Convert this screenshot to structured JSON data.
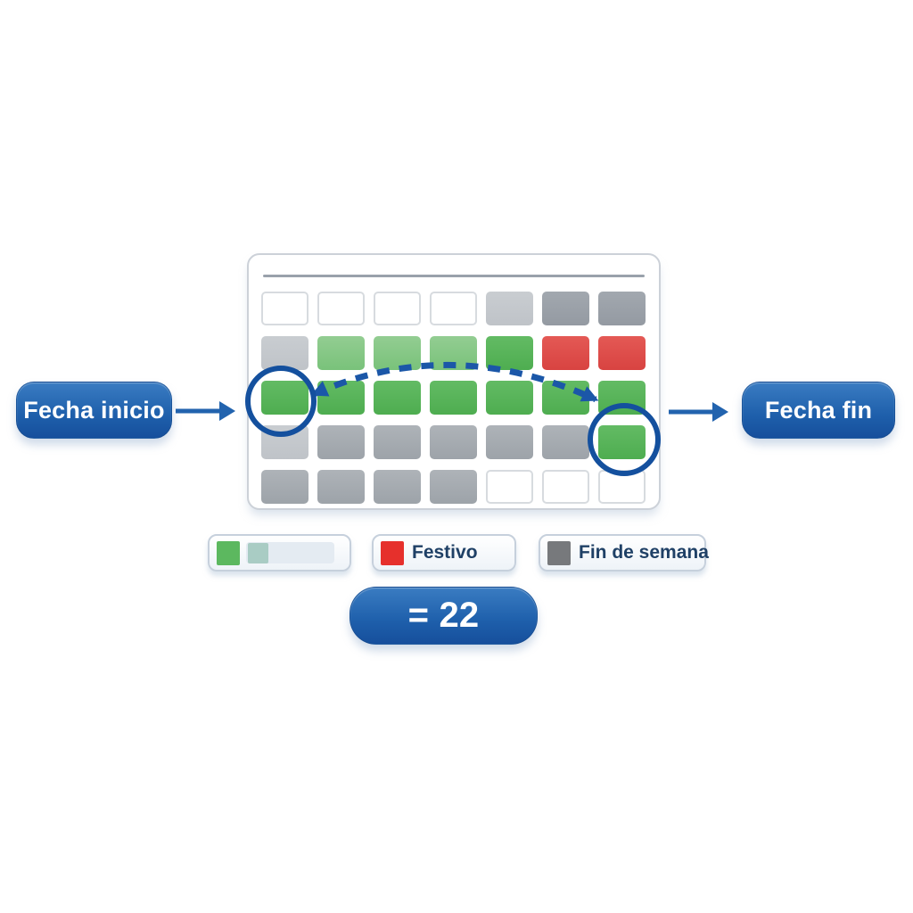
{
  "start_label": {
    "text": "Fecha inicio"
  },
  "end_label": {
    "text": "Fecha fin"
  },
  "result_label": {
    "text": "= 22"
  },
  "calendar": {
    "columns": 7,
    "rows": [
      [
        "white",
        "white",
        "white",
        "white",
        "gray-light",
        "gray-dark",
        "gray-dark"
      ],
      [
        "gray-light",
        "green-light",
        "green-light",
        "green-light",
        "green",
        "red",
        "red"
      ],
      [
        "green",
        "green",
        "green",
        "green",
        "green",
        "green",
        "green"
      ],
      [
        "gray-light",
        "gray",
        "gray",
        "gray",
        "gray",
        "gray",
        "green"
      ],
      [
        "gray",
        "gray",
        "gray",
        "gray",
        "white",
        "white",
        "white"
      ]
    ],
    "start_cell": {
      "row": 3,
      "col": 1
    },
    "end_cell": {
      "row": 4,
      "col": 7
    }
  },
  "legend": {
    "items": [
      {
        "name": "rango",
        "label": "",
        "swatches": [
          "#5cb85f",
          "#a9ccc4"
        ]
      },
      {
        "name": "festivo",
        "label": "Festivo",
        "swatches": [
          "#e6302c"
        ]
      },
      {
        "name": "fin-de-semana",
        "label": "Fin de semana",
        "swatches": [
          "#77797c"
        ]
      }
    ]
  },
  "colors": {
    "accent_blue": "#1d5ca7",
    "arc_blue": "#1b57a8",
    "circle_blue": "#14509e",
    "arrow_blue": "#2263ae",
    "cell_green": "#57b458",
    "cell_green_light": "#8cc98a",
    "cell_red": "#df4a48",
    "cell_gray": "#a5aaae",
    "cell_gray_dark": "#9aa0a7",
    "cell_gray_light": "#c5c9cd",
    "legend_text": "#1f4066",
    "panel_border": "#ccd1d8",
    "divider": "#99a1ab"
  }
}
